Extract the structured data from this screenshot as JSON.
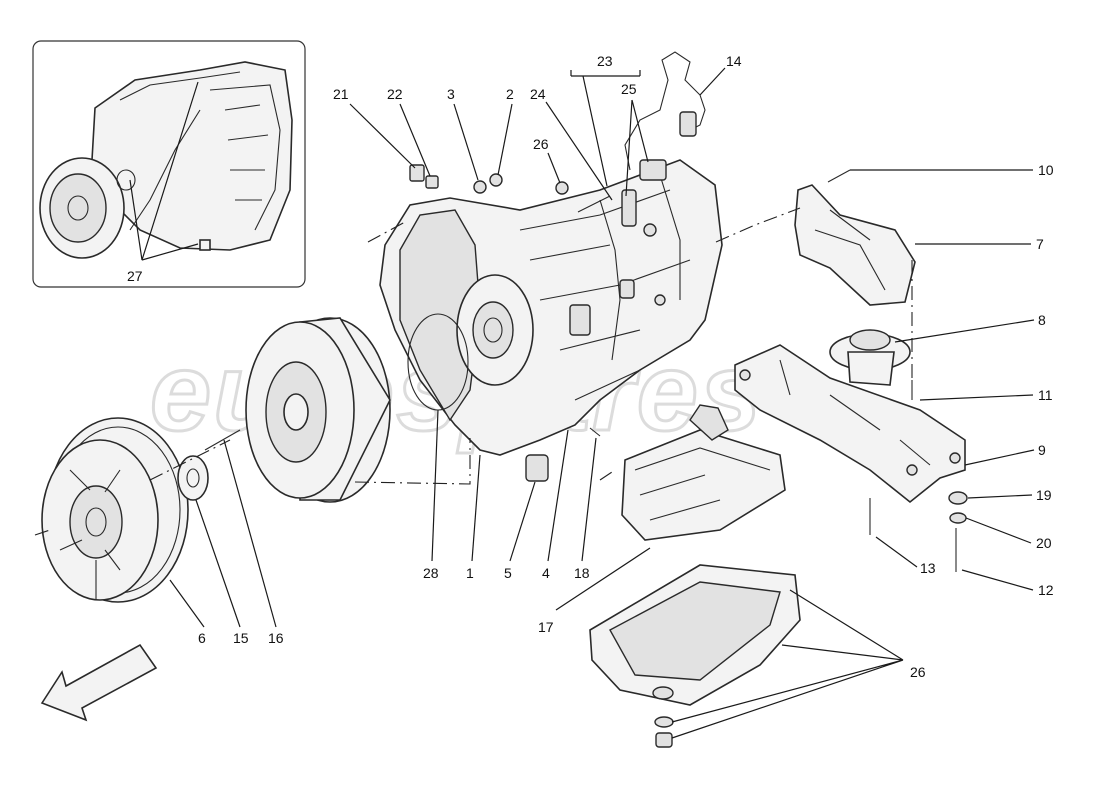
{
  "diagram": {
    "watermark": "eurospares",
    "callouts": [
      {
        "id": "c1",
        "text": "1"
      },
      {
        "id": "c2",
        "text": "2"
      },
      {
        "id": "c3",
        "text": "3"
      },
      {
        "id": "c4",
        "text": "4"
      },
      {
        "id": "c5",
        "text": "5"
      },
      {
        "id": "c6",
        "text": "6"
      },
      {
        "id": "c7",
        "text": "7"
      },
      {
        "id": "c8",
        "text": "8"
      },
      {
        "id": "c9",
        "text": "9"
      },
      {
        "id": "c10",
        "text": "10"
      },
      {
        "id": "c11",
        "text": "11"
      },
      {
        "id": "c12",
        "text": "12"
      },
      {
        "id": "c13",
        "text": "13"
      },
      {
        "id": "c14",
        "text": "14"
      },
      {
        "id": "c15",
        "text": "15"
      },
      {
        "id": "c16",
        "text": "16"
      },
      {
        "id": "c17",
        "text": "17"
      },
      {
        "id": "c18",
        "text": "18"
      },
      {
        "id": "c19",
        "text": "19"
      },
      {
        "id": "c20",
        "text": "20"
      },
      {
        "id": "c21",
        "text": "21"
      },
      {
        "id": "c22",
        "text": "22"
      },
      {
        "id": "c23",
        "text": "23"
      },
      {
        "id": "c24",
        "text": "24"
      },
      {
        "id": "c25",
        "text": "25"
      },
      {
        "id": "c26a",
        "text": "26"
      },
      {
        "id": "c26b",
        "text": "26"
      },
      {
        "id": "c27",
        "text": "27"
      },
      {
        "id": "c28",
        "text": "28"
      }
    ]
  }
}
